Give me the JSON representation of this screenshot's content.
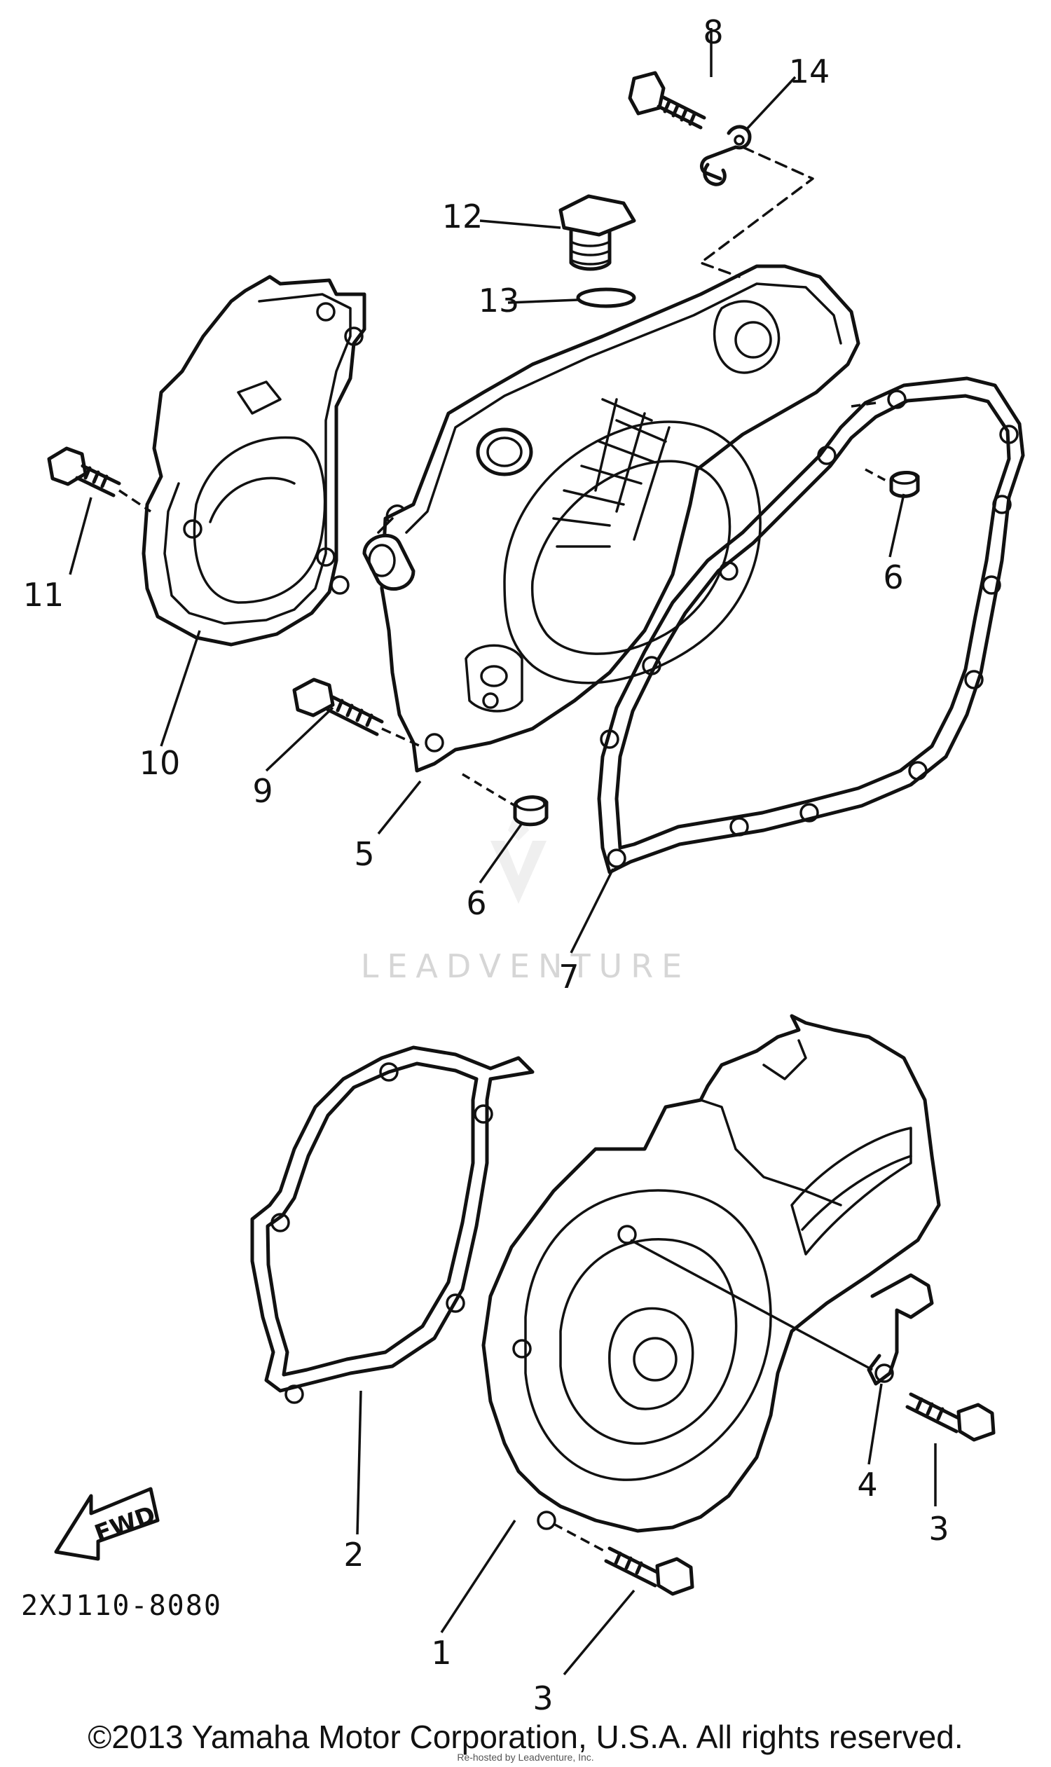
{
  "diagram": {
    "part_number": "2XJ110-8080",
    "watermark": "LEADVENTURE",
    "fwd_label": "FWD",
    "callouts": {
      "c1": "1",
      "c2": "2",
      "c3a": "3",
      "c3b": "3",
      "c4": "4",
      "c5": "5",
      "c6a": "6",
      "c6b": "6",
      "c7": "7",
      "c8": "8",
      "c9": "9",
      "c10": "10",
      "c11": "11",
      "c12": "12",
      "c13": "13",
      "c14": "14"
    }
  },
  "footer": {
    "copyright": "©2013 Yamaha Motor Corporation, U.S.A. All rights reserved.",
    "credit": "Re-hosted by Leadventure, Inc."
  }
}
